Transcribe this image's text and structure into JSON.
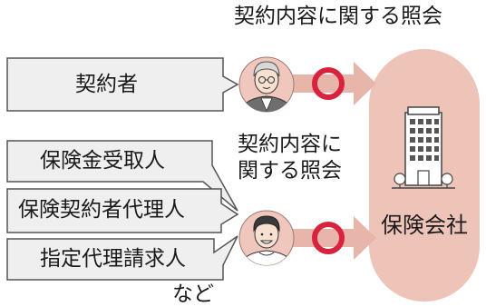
{
  "top_heading": "契約内容に関する照会",
  "contractor": {
    "label": "契約者"
  },
  "middle_heading": [
    "契約内容に",
    "関する照会"
  ],
  "agents": [
    {
      "label": "保険金受取人"
    },
    {
      "label": "保険契約者代理人"
    },
    {
      "label": "指定代理請求人"
    }
  ],
  "etc_label": "など",
  "company": {
    "label": "保険会社",
    "icon": "office-building-icon"
  },
  "markers": {
    "allowed_symbol": "circle"
  },
  "colors": {
    "callout_fill": "#efefef",
    "callout_stroke": "#555555",
    "pill_fill": "#eec3b8",
    "arrow_fill": "#e8b5aa",
    "circle_stroke": "#d8233f",
    "avatar_bg": "#f0c7bd"
  }
}
